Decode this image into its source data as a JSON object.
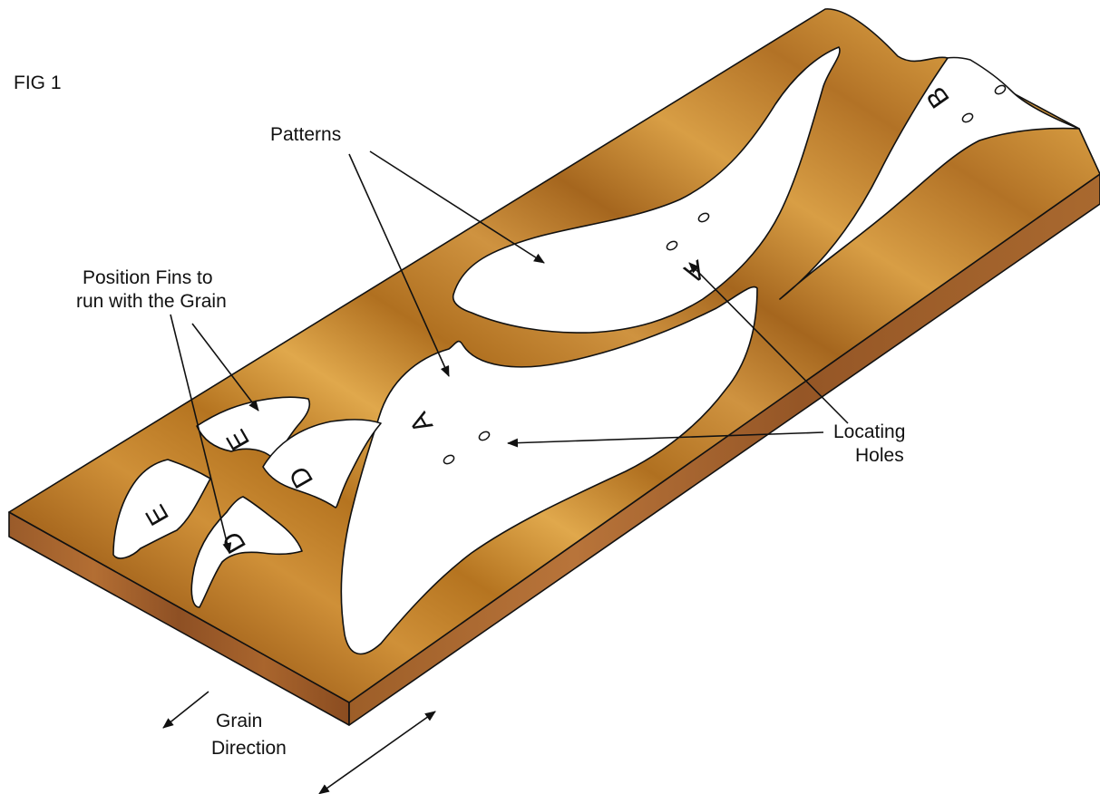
{
  "figure": {
    "title": "FIG 1",
    "labels": {
      "patterns": "Patterns",
      "fins_line1": "Position Fins to",
      "fins_line2": "run with the Grain",
      "locating_line1": "Locating",
      "locating_line2": "Holes",
      "grain_line1": "Grain",
      "grain_line2": "Direction"
    },
    "pattern_letters": {
      "a_lower": "A",
      "a_upper": "A",
      "b": "B",
      "d_upper": "D",
      "d_lower": "D",
      "e_upper": "E",
      "e_lower": "E"
    },
    "colors": {
      "wood_light": "#d79b3a",
      "wood_mid": "#b5761f",
      "wood_dark": "#8a4f16",
      "wood_edge": "#a05a2a",
      "pattern_fill": "#ffffff",
      "line": "#111111"
    }
  }
}
